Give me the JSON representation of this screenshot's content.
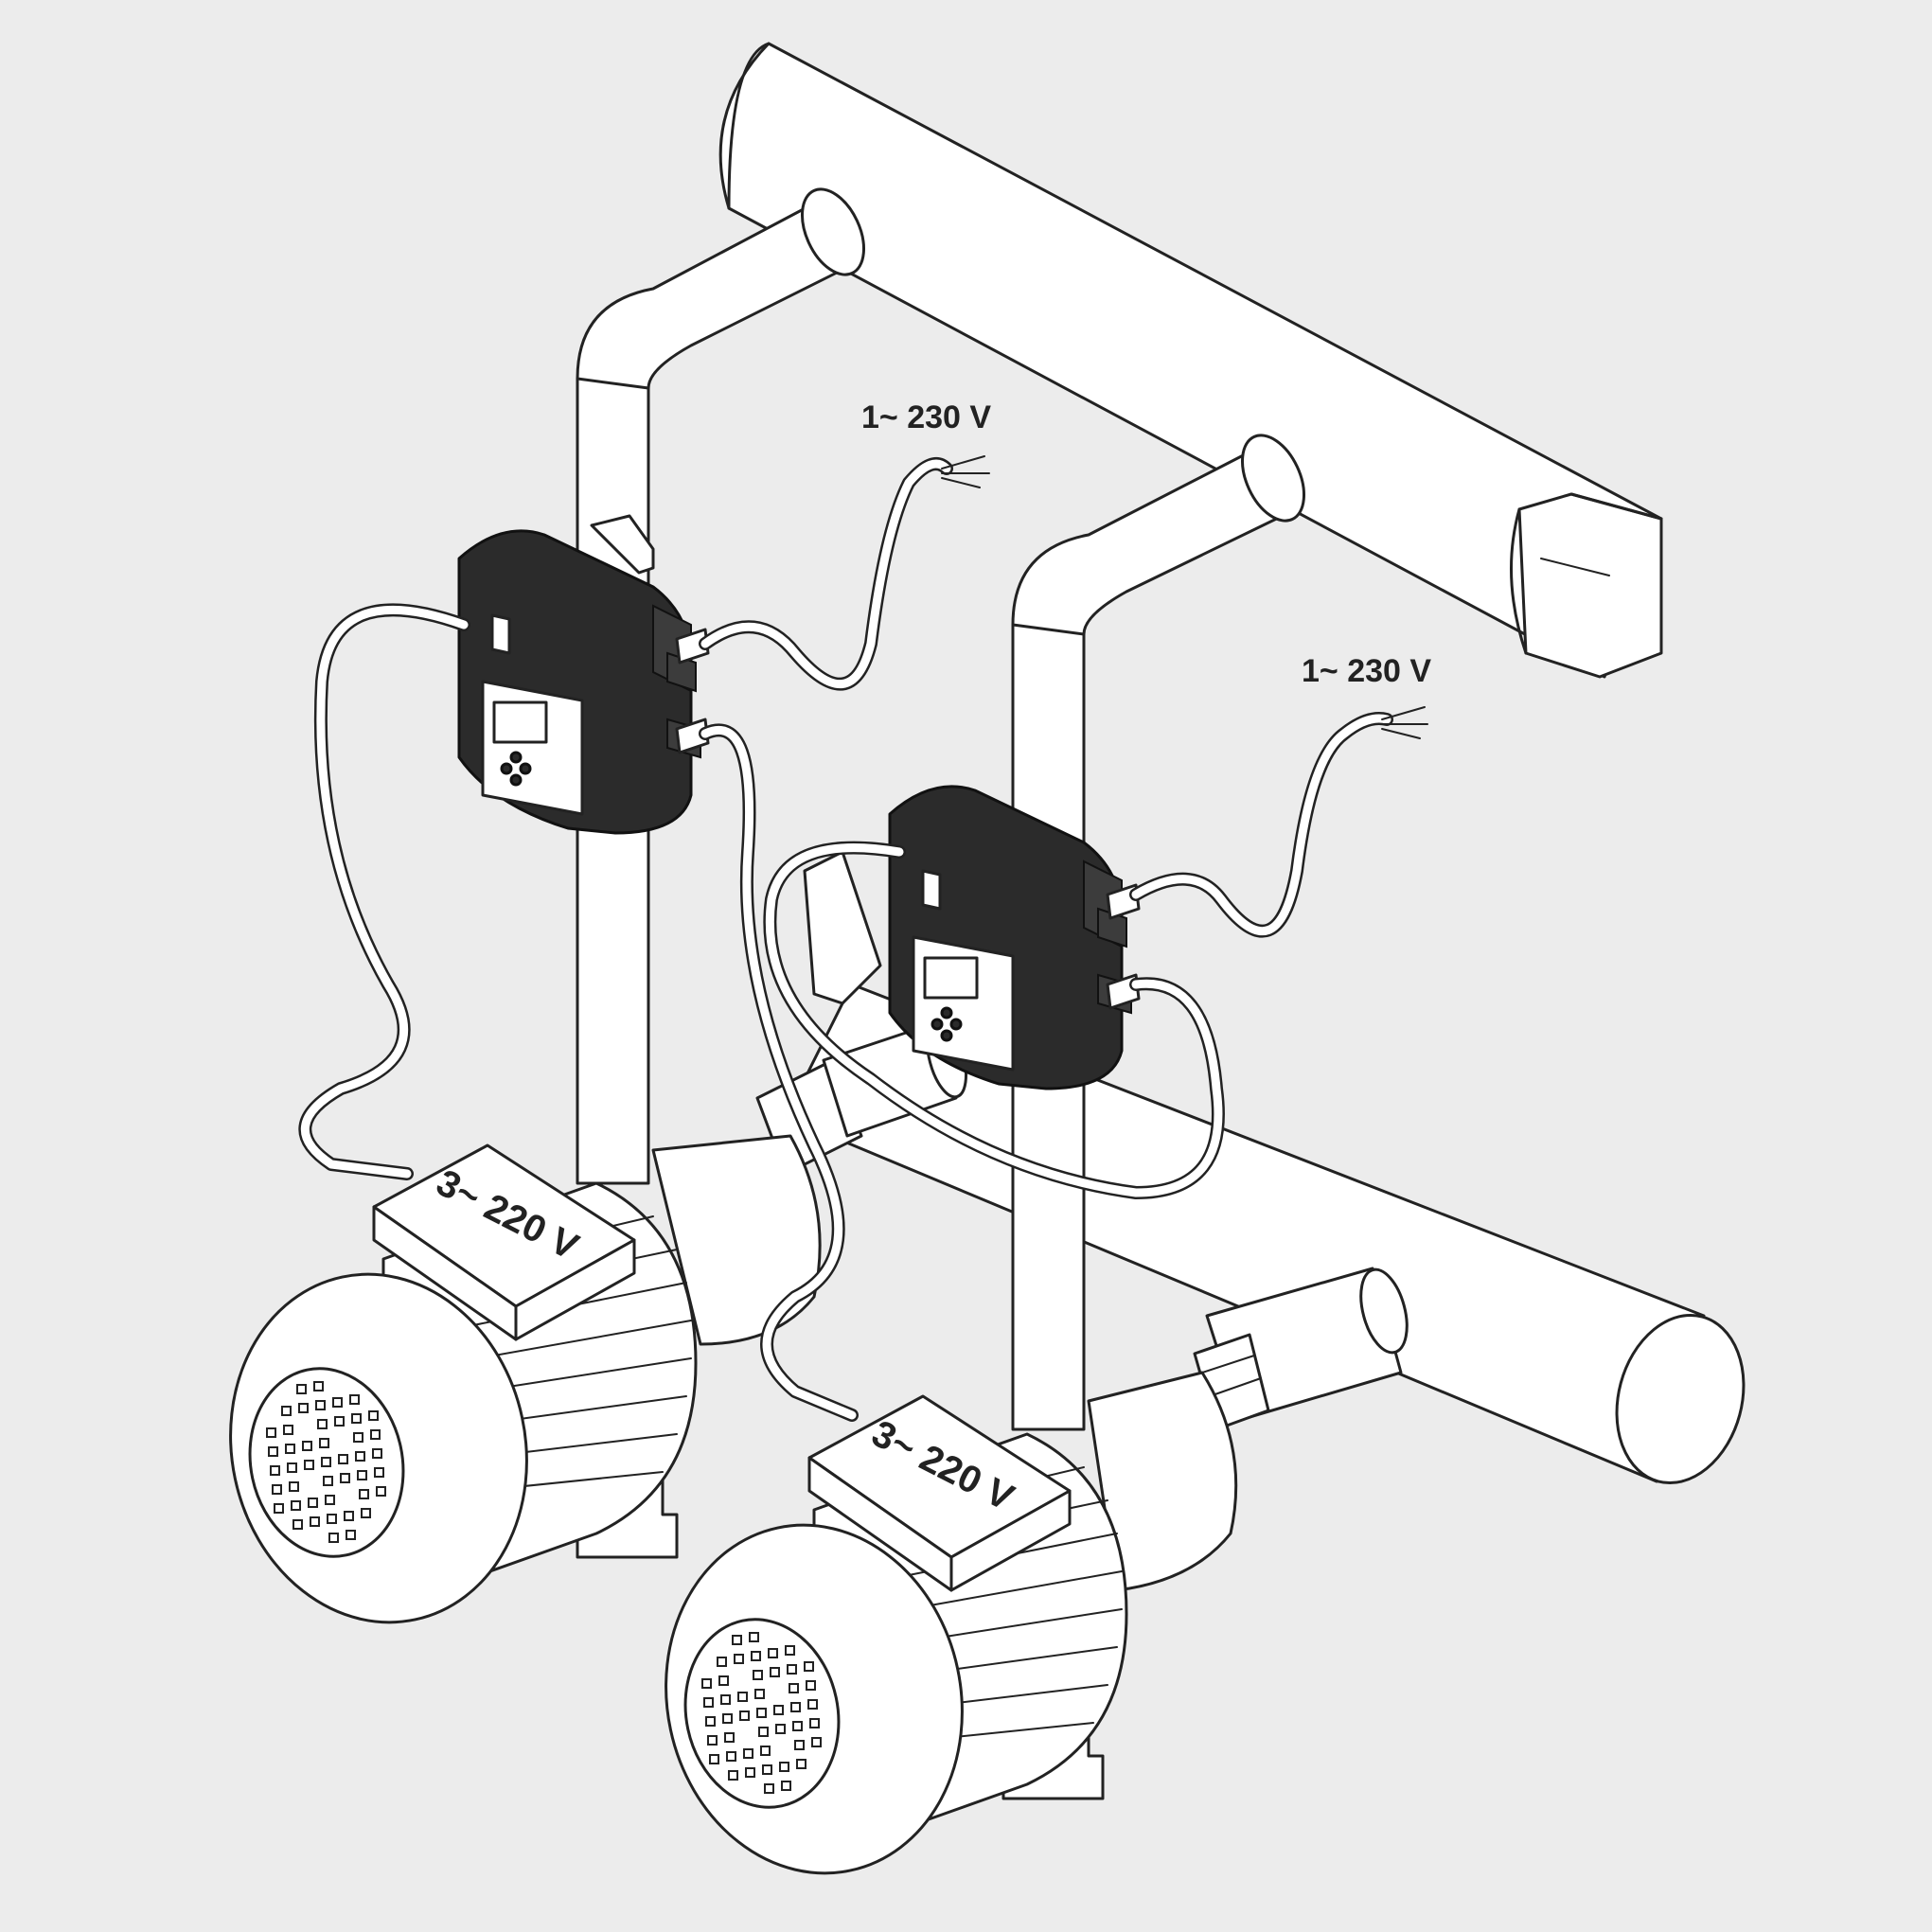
{
  "labels": {
    "supply_voltage_1": "1~ 230 V",
    "supply_voltage_2": "1~ 230 V",
    "motor_voltage_1": "3~ 220 V",
    "motor_voltage_2": "3~ 220 V"
  },
  "colors": {
    "background": "#ececec",
    "line": "#222222",
    "fill": "#ffffff",
    "device_body": "#2b2b2b"
  },
  "icons": [
    "pipe-manifold",
    "pump-controller",
    "electric-motor",
    "power-cable"
  ]
}
